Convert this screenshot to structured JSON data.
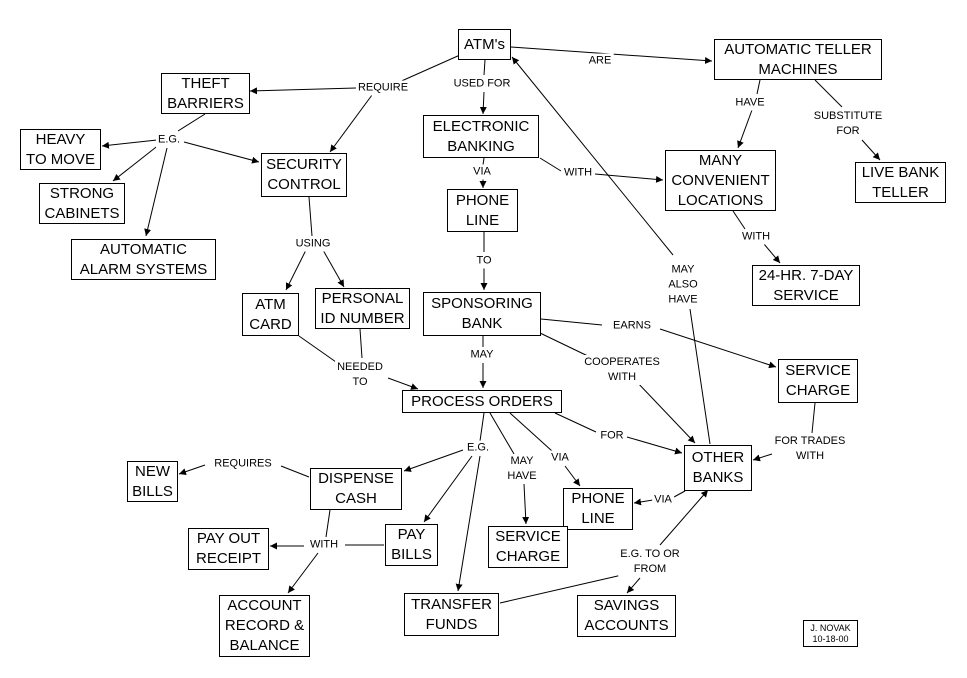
{
  "concepts": {
    "atms": "ATM's",
    "automatic_teller_machines": "AUTOMATIC TELLER\nMACHINES",
    "theft_barriers": "THEFT\nBARRIERS",
    "heavy_to_move": "HEAVY\nTO MOVE",
    "strong_cabinets": "STRONG\nCABINETS",
    "automatic_alarm_systems": "AUTOMATIC\nALARM SYSTEMS",
    "security_control": "SECURITY\nCONTROL",
    "electronic_banking": "ELECTRONIC\nBANKING",
    "phone_line_top": "PHONE\nLINE",
    "many_convenient_locations": "MANY\nCONVENIENT\nLOCATIONS",
    "live_bank_teller": "LIVE BANK\nTELLER",
    "service_24hr": "24-HR. 7-DAY\nSERVICE",
    "atm_card": "ATM\nCARD",
    "personal_id_number": "PERSONAL\nID NUMBER",
    "sponsoring_bank": "SPONSORING\nBANK",
    "service_charge_top": "SERVICE\nCHARGE",
    "process_orders": "PROCESS ORDERS",
    "other_banks": "OTHER\nBANKS",
    "new_bills": "NEW\nBILLS",
    "dispense_cash": "DISPENSE\nCASH",
    "phone_line_bottom": "PHONE\nLINE",
    "service_charge_bottom": "SERVICE\nCHARGE",
    "pay_out_receipt": "PAY OUT\nRECEIPT",
    "pay_bills": "PAY\nBILLS",
    "account_record_balance": "ACCOUNT\nRECORD &\nBALANCE",
    "transfer_funds": "TRANSFER\nFUNDS",
    "savings_accounts": "SAVINGS\nACCOUNTS"
  },
  "link_labels": {
    "are": "ARE",
    "require": "REQUIRE",
    "used_for": "USED FOR",
    "have": "HAVE",
    "substitute_for": "SUBSTITUTE\nFOR",
    "eg_top": "E.G.",
    "via_top": "VIA",
    "with_locations": "WITH",
    "using": "USING",
    "with_service": "WITH",
    "to": "TO",
    "may_also_have": "MAY\nALSO\nHAVE",
    "earns": "EARNS",
    "needed_to": "NEEDED\nTO",
    "may": "MAY",
    "cooperates_with": "COOPERATES\nWITH",
    "for": "FOR",
    "for_trades_with": "FOR TRADES\nWITH",
    "eg_mid": "E.G.",
    "requires": "REQUIRES",
    "may_have": "MAY\nHAVE",
    "via_mid": "VIA",
    "via_right": "VIA",
    "with_bottom": "WITH",
    "eg_to_or_from": "E.G. TO OR\nFROM"
  },
  "signature": "J. NOVAK\n10-18-00"
}
